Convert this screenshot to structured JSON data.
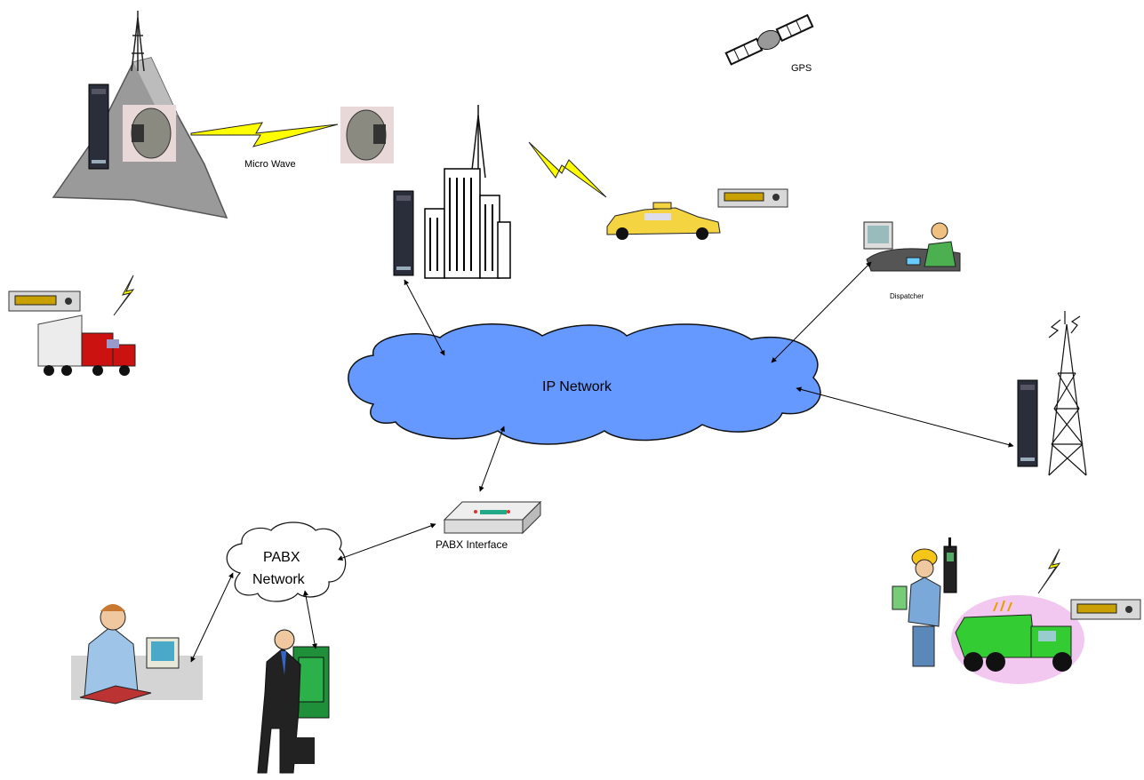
{
  "labels": {
    "micro_wave": "Micro Wave",
    "gps": "GPS",
    "dispatcher": "Dispatcher",
    "ip_network": "IP Network",
    "pabx_network_line1": "PABX",
    "pabx_network_line2": "Network",
    "pabx_interface": "PABX Interface"
  },
  "colors": {
    "ip_cloud": "#6699ff",
    "lightning": "#ffff00",
    "taxi": "#f5d442",
    "truck_cab": "#cc1111",
    "dump_truck": "#33cc33",
    "mountain": "#9a9a9a"
  }
}
